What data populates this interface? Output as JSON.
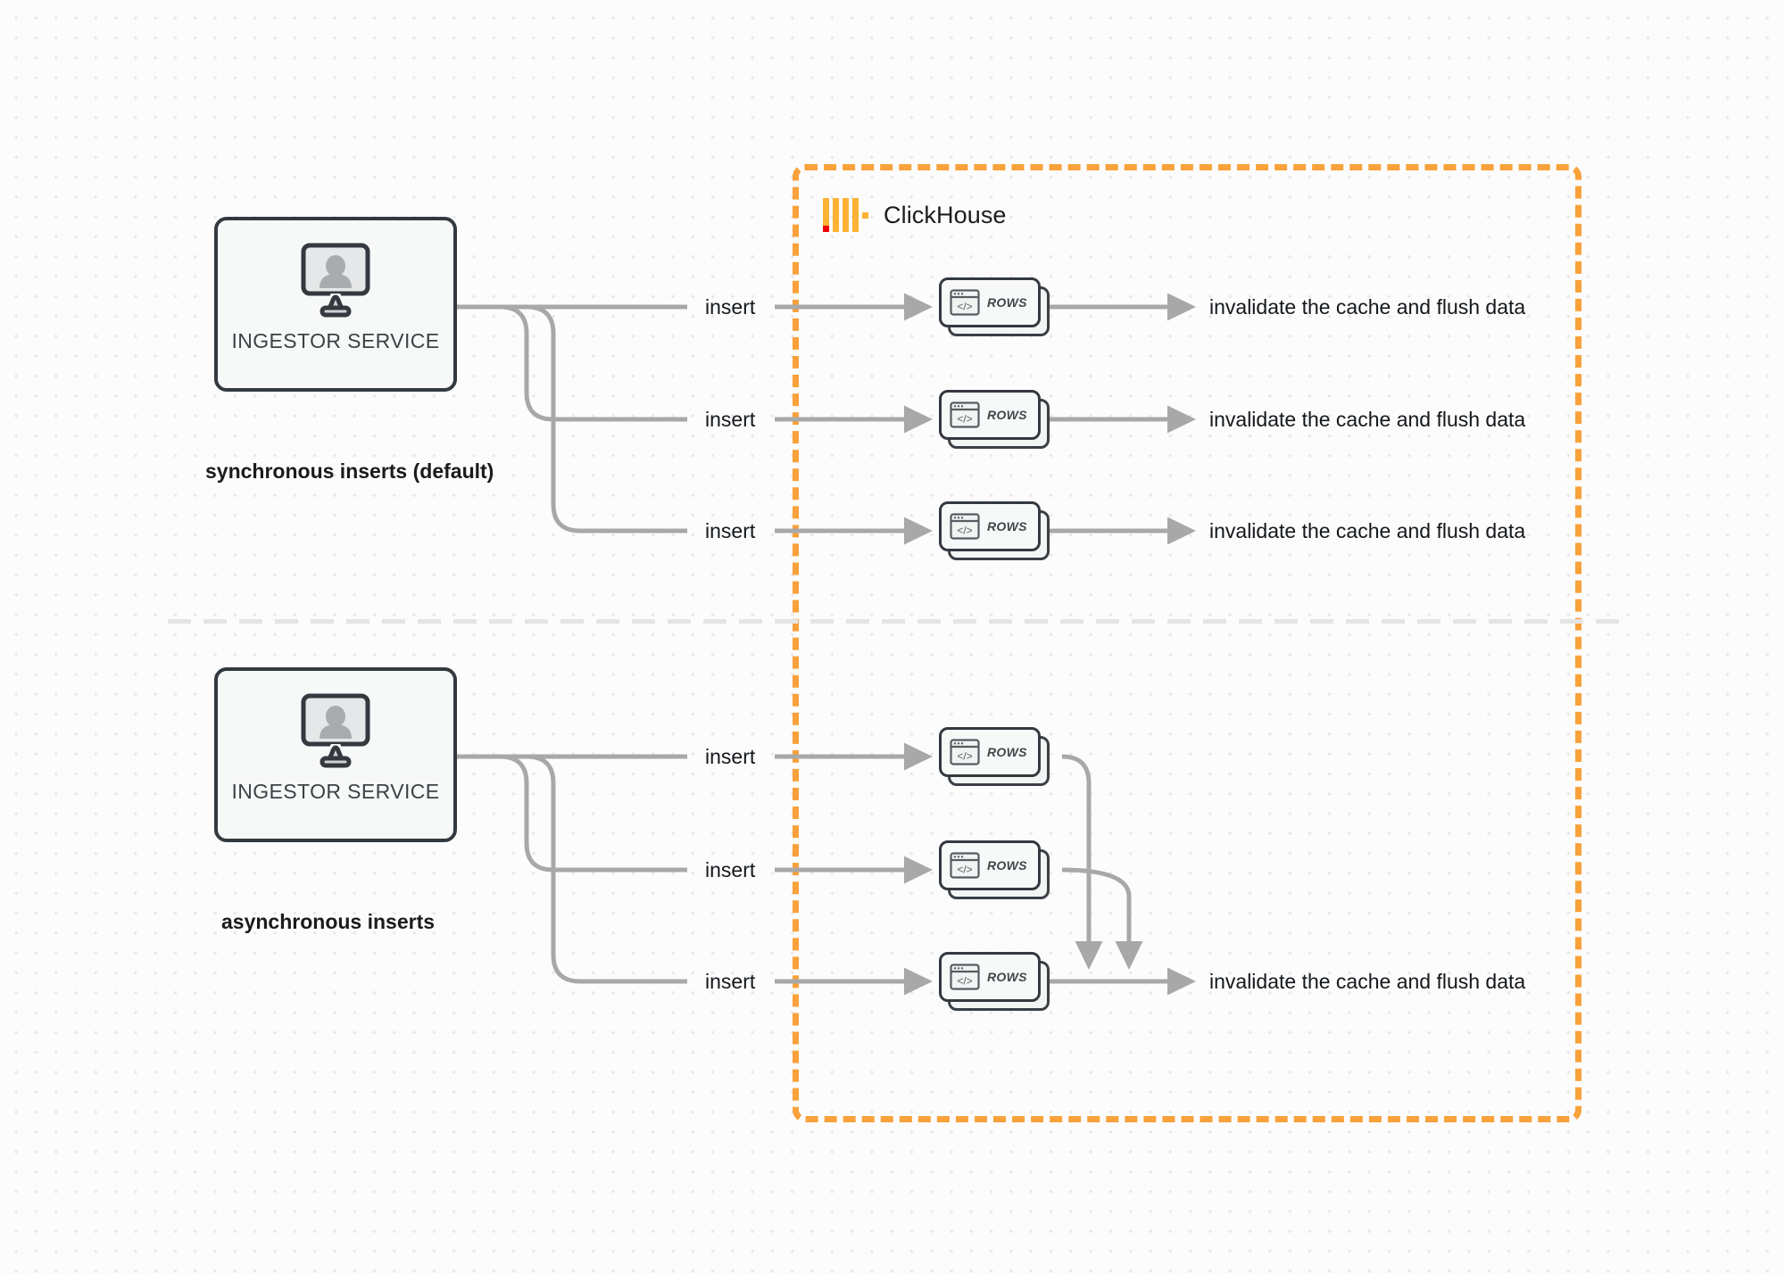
{
  "diagram": {
    "background": "#fcfcfc",
    "accent_orange": "#f9a13a",
    "wire_gray": "#a8a8a8"
  },
  "clickhouse_region": {
    "name": "ClickHouse",
    "border_color": "#f9a13a",
    "logo": "clickhouse-logo"
  },
  "sections": [
    {
      "id": "sync",
      "mode_label": "synchronous inserts (default)",
      "service_label": "INGESTOR SERVICE",
      "service_icon": "monitor-user-icon",
      "rows": [
        {
          "card_label": "ROWS",
          "insert_label": "insert",
          "outcome": "invalidate the cache and flush data"
        },
        {
          "card_label": "ROWS",
          "insert_label": "insert",
          "outcome": "invalidate the cache and flush data"
        },
        {
          "card_label": "ROWS",
          "insert_label": "insert",
          "outcome": "invalidate the cache and flush data"
        }
      ]
    },
    {
      "id": "async",
      "mode_label": "asynchronous inserts",
      "service_label": "INGESTOR SERVICE",
      "service_icon": "monitor-user-icon",
      "rows": [
        {
          "card_label": "ROWS",
          "insert_label": "insert"
        },
        {
          "card_label": "ROWS",
          "insert_label": "insert"
        },
        {
          "card_label": "ROWS",
          "insert_label": "insert"
        }
      ],
      "merged_outcome": "invalidate the cache and flush data"
    }
  ]
}
